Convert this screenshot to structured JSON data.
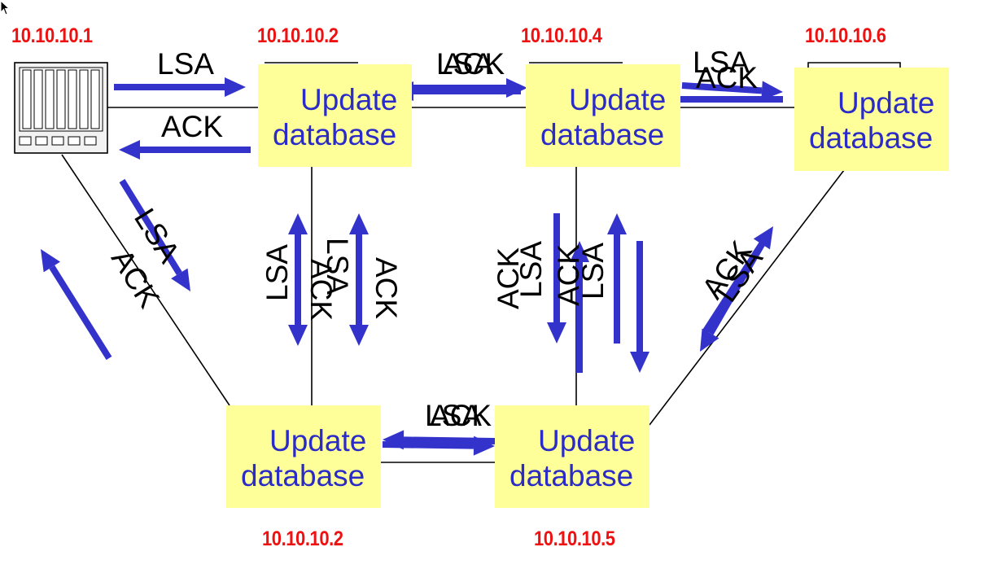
{
  "colors": {
    "arrow": "#3333cc",
    "node_fill": "#ffff99",
    "node_text": "#2b2bc8",
    "ip_text": "#ee1111",
    "link": "#000000"
  },
  "router_icon": "router-chassis-icon",
  "ips": {
    "r1": "10.10.10.1",
    "r2": "10.10.10.2",
    "r4": "10.10.10.4",
    "r6": "10.10.10.6",
    "r3": "10.10.10.2",
    "r5": "10.10.10.5"
  },
  "nodes": {
    "r2": {
      "line1": "Update",
      "line2": "database"
    },
    "r4": {
      "line1": "Update",
      "line2": "database"
    },
    "r6": {
      "line1": "Update",
      "line2": "database"
    },
    "r3": {
      "line1": "Update",
      "line2": "database"
    },
    "r5": {
      "line1": "Update",
      "line2": "database"
    }
  },
  "labels": {
    "lsa_r1_r2": "LSA",
    "ack_r1_r2": "ACK",
    "lsa_r2_r4": "LSA",
    "ack_r2_r4": "ACK",
    "lsa_r4_r6": "LSA",
    "ack_r4_r6": "ACK",
    "lsa_r1_r3": "LSA",
    "ack_r1_r3": "ACK",
    "lsa_r2_r3_a": "LSA",
    "ack_r2_r3_a": "ACK",
    "lsa_r2_r3_b": "LSA",
    "ack_r2_r3_b": "ACK",
    "ack_r4_r5_a": "ACK",
    "lsa_r4_r5_a": "LSA",
    "ack_r4_r5_b": "ACK",
    "lsa_r4_r5_b": "LSA",
    "ack_r6_r5": "ACK",
    "lsa_r6_r5": "LSA",
    "lsa_r3_r5": "LSA",
    "ack_r3_r5": "ACK"
  }
}
